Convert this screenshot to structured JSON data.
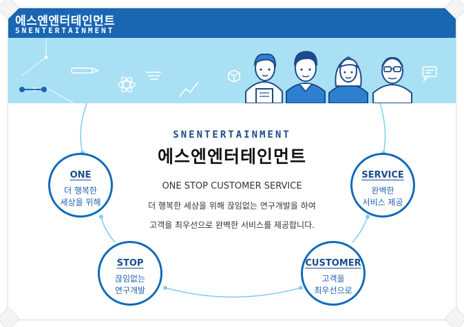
{
  "header": {
    "brand_ko": "에스엔엔터테인먼트",
    "brand_en": "SNENTERTAINMENT"
  },
  "main": {
    "title_en": "SNENTERTAINMENT",
    "title_ko": "에스엔엔터테인먼트",
    "subtitle": "ONE STOP CUSTOMER SERVICE",
    "desc_line1": "더 행복한 세상을 위해 끊임없는 연구개발을 하여",
    "desc_line2": "고객을 최우선으로 완벽한 서비스를 제공합니다."
  },
  "circles": {
    "one": {
      "title": "ONE",
      "line1": "더 행복한",
      "line2": "세상을 위해"
    },
    "service": {
      "title": "SERVICE",
      "line1": "완벽한",
      "line2": "서비스 제공"
    },
    "stop": {
      "title": "STOP",
      "line1": "끊임없는",
      "line2": "연구개발"
    },
    "customer": {
      "title": "CUSTOMER",
      "line1": "고객을",
      "line2": "최우선으로"
    }
  },
  "colors": {
    "header_bg": "#1a66b3",
    "banner_bg": "#a9e0f3",
    "circle_border": "#0f6ab8",
    "title_blue": "#1a4b8c",
    "connector": "#7fd0ef"
  },
  "icons": [
    "pencil-icon",
    "atom-icon",
    "text-lines-icon",
    "chart-line-icon",
    "cube-icon",
    "chat-bubble-icon",
    "person-with-notepad-icon",
    "man-icon",
    "woman-icon",
    "man-with-glasses-icon"
  ]
}
